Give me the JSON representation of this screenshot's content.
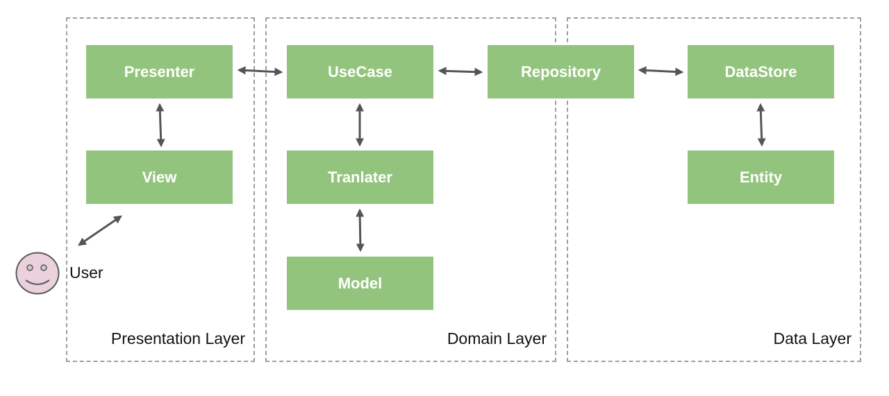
{
  "layers": {
    "presentation": "Presentation Layer",
    "domain": "Domain Layer",
    "data": "Data Layer"
  },
  "boxes": {
    "presenter": "Presenter",
    "view": "View",
    "usecase": "UseCase",
    "translater": "Tranlater",
    "model": "Model",
    "repository": "Repository",
    "datastore": "DataStore",
    "entity": "Entity"
  },
  "user": {
    "label": "User"
  },
  "colors": {
    "box_fill": "#93c47d",
    "box_text": "#ffffff",
    "layer_border": "#9e9e9e",
    "arrow": "#555555",
    "avatar_fill": "#ead1dc"
  }
}
